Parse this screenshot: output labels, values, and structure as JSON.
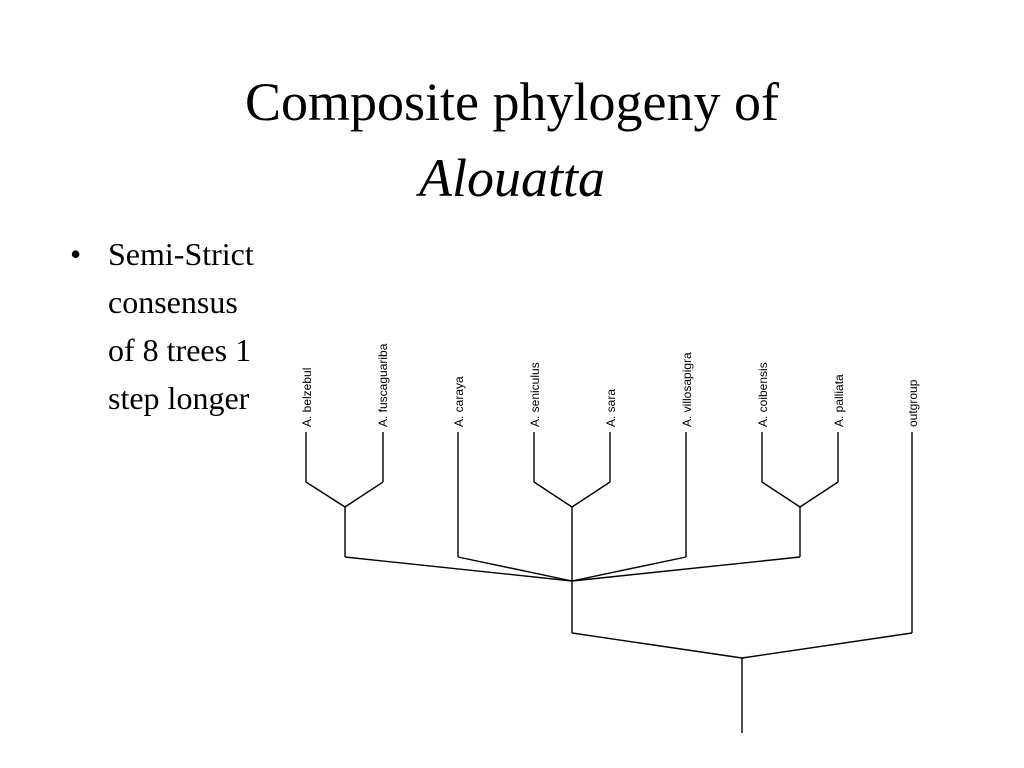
{
  "title": {
    "line1": "Composite phylogeny of",
    "line2": "Alouatta"
  },
  "bullet": {
    "lines": [
      "Semi-Strict",
      "consensus",
      "of 8 trees 1",
      "step longer"
    ]
  },
  "tree": {
    "taxa": [
      "A. belzebul",
      "A. fuscaguariba",
      "A. caraya",
      "A. seniculus",
      "A. sara",
      "A. villosapigra",
      "A. coibensis",
      "A. palliata",
      "outgroup"
    ],
    "topology": "((((belzebul, fuscaguariba), caraya, (seniculus, sara), villosapigra, (coibensis, palliata)), outgroup))"
  }
}
